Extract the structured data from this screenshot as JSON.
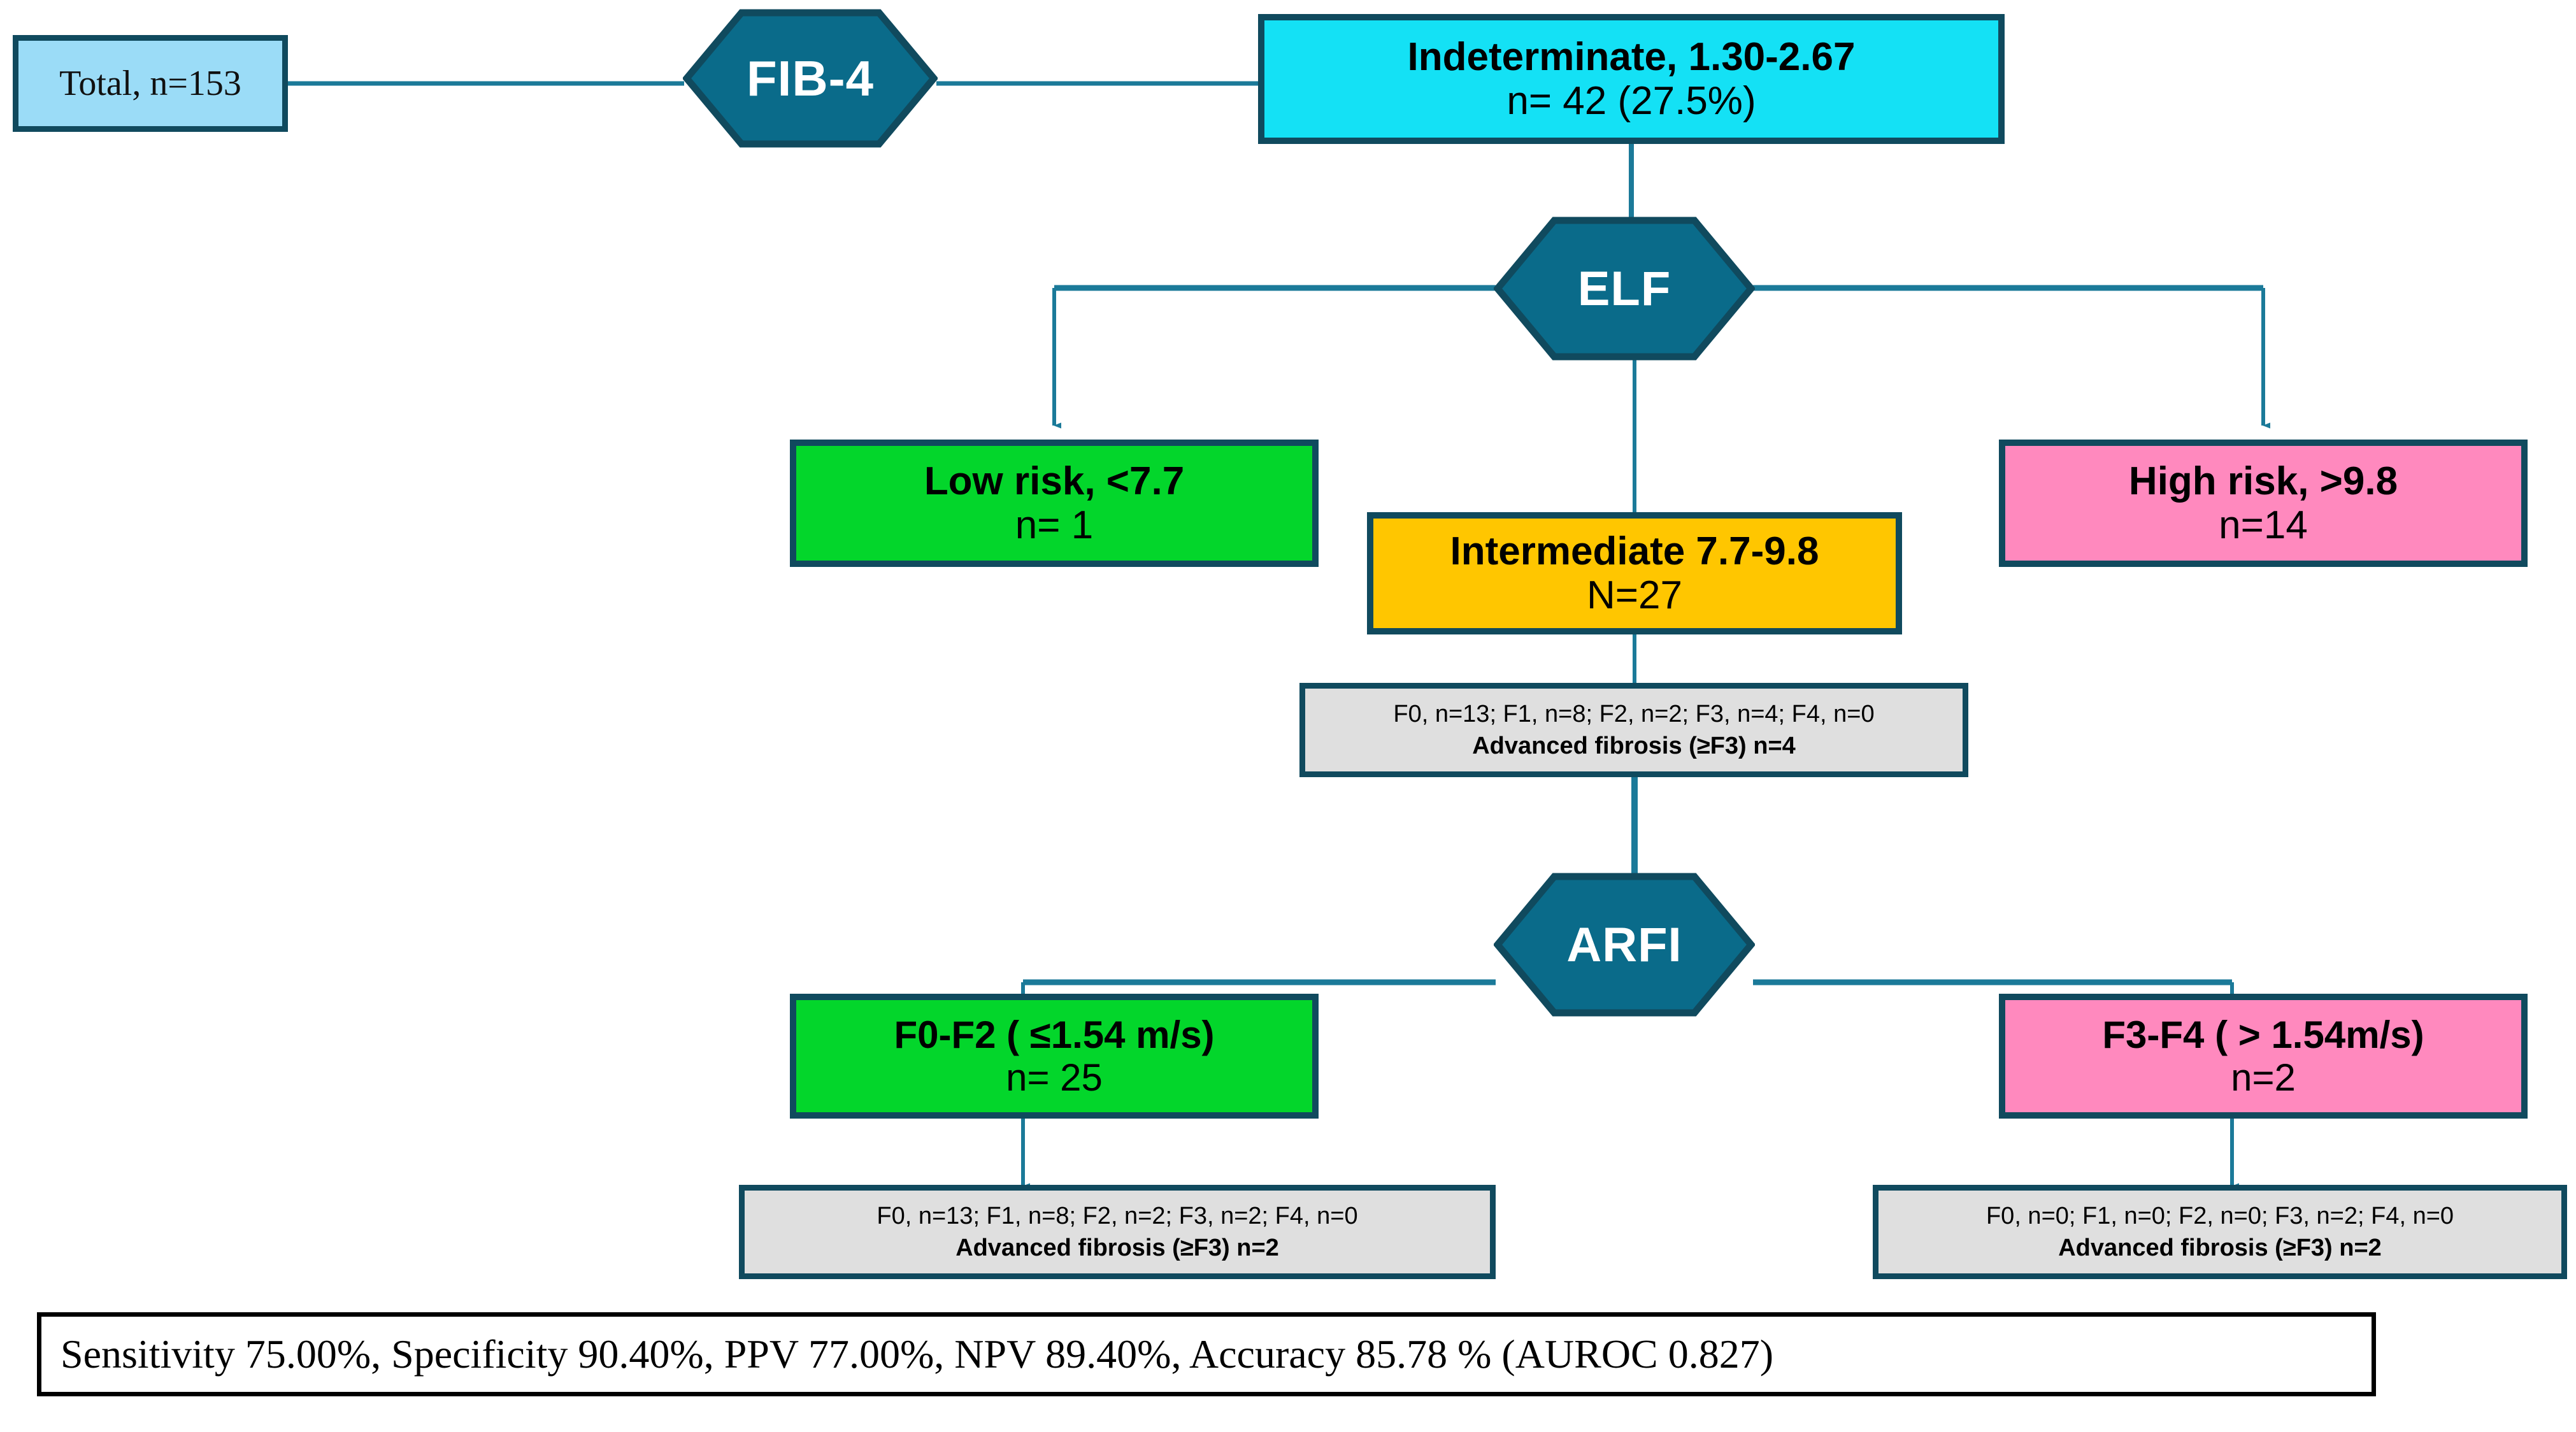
{
  "diagram": {
    "title": "FIB-4 / ELF / ARFI sequential fibrosis assessment flowchart",
    "colors": {
      "hexagon_fill": "#0A6B8A",
      "hexagon_stroke": "#104A5E",
      "connector": "#1B7A99",
      "box_border": "#104A5E",
      "total_fill": "#9BDCF7",
      "indeterminate_fill": "#14E1F5",
      "low_risk_fill": "#03D62B",
      "intermediate_fill": "#FFC600",
      "high_risk_fill": "#FF89BE",
      "detail_fill": "#DFDFDF",
      "summary_border": "#000000"
    }
  },
  "nodes": {
    "total": {
      "label": "Total, n=153"
    },
    "fib4": {
      "label": "FIB-4"
    },
    "indeterminate": {
      "line1": "Indeterminate, 1.30-2.67",
      "line2": "n= 42 (27.5%)"
    },
    "elf": {
      "label": "ELF"
    },
    "low_risk": {
      "line1": "Low risk, <7.7",
      "line2": "n= 1"
    },
    "intermediate": {
      "line1": "Intermediate 7.7-9.8",
      "line2": "N=27"
    },
    "high_risk": {
      "line1": "High risk, >9.8",
      "line2": "n=14"
    },
    "arfi": {
      "label": "ARFI"
    },
    "f0_f2": {
      "line1": "F0-F2 ( ≤1.54 m/s)",
      "line2": "n= 25"
    },
    "f3_f4": {
      "line1": "F3-F4 ( > 1.54m/s)",
      "line2": "n=2"
    }
  },
  "details": {
    "intermediate": {
      "line1": "F0, n=13; F1, n=8; F2, n=2; F3, n=4; F4, n=0",
      "line2": "Advanced fibrosis (≥F3)  n=4"
    },
    "f0_f2": {
      "line1": "F0, n=13; F1, n=8; F2, n=2; F3, n=2; F4, n=0",
      "line2": "Advanced fibrosis (≥F3)  n=2"
    },
    "f3_f4": {
      "line1": "F0, n=0; F1, n=0; F2, n=0; F3, n=2; F4, n=0",
      "line2": "Advanced fibrosis (≥F3)  n=2"
    }
  },
  "summary": {
    "text": "Sensitivity  75.00%, Specificity 90.40%, PPV 77.00%, NPV 89.40%, Accuracy 85.78 % (AUROC 0.827)"
  },
  "chart_data": {
    "type": "diagram",
    "title": "Sequential FIB-4 → ELF → ARFI algorithm for advanced fibrosis",
    "total_n": 153,
    "steps": [
      {
        "test": "FIB-4",
        "category": "Indeterminate, 1.30-2.67",
        "n": 42,
        "percent": 27.5
      },
      {
        "test": "ELF",
        "category": "Low risk, <7.7",
        "n": 1
      },
      {
        "test": "ELF",
        "category": "Intermediate 7.7-9.8",
        "n": 27,
        "fibrosis": {
          "F0": 13,
          "F1": 8,
          "F2": 2,
          "F3": 4,
          "F4": 0
        },
        "advanced_fibrosis_n": 4
      },
      {
        "test": "ELF",
        "category": "High risk, >9.8",
        "n": 14
      },
      {
        "test": "ARFI",
        "category": "F0-F2 ( ≤1.54 m/s)",
        "n": 25,
        "fibrosis": {
          "F0": 13,
          "F1": 8,
          "F2": 2,
          "F3": 2,
          "F4": 0
        },
        "advanced_fibrosis_n": 2
      },
      {
        "test": "ARFI",
        "category": "F3-F4 ( > 1.54m/s)",
        "n": 2,
        "fibrosis": {
          "F0": 0,
          "F1": 0,
          "F2": 0,
          "F3": 2,
          "F4": 0
        },
        "advanced_fibrosis_n": 2
      }
    ],
    "performance": {
      "sensitivity_pct": 75.0,
      "specificity_pct": 90.4,
      "ppv_pct": 77.0,
      "npv_pct": 89.4,
      "accuracy_pct": 85.78,
      "auroc": 0.827
    }
  }
}
